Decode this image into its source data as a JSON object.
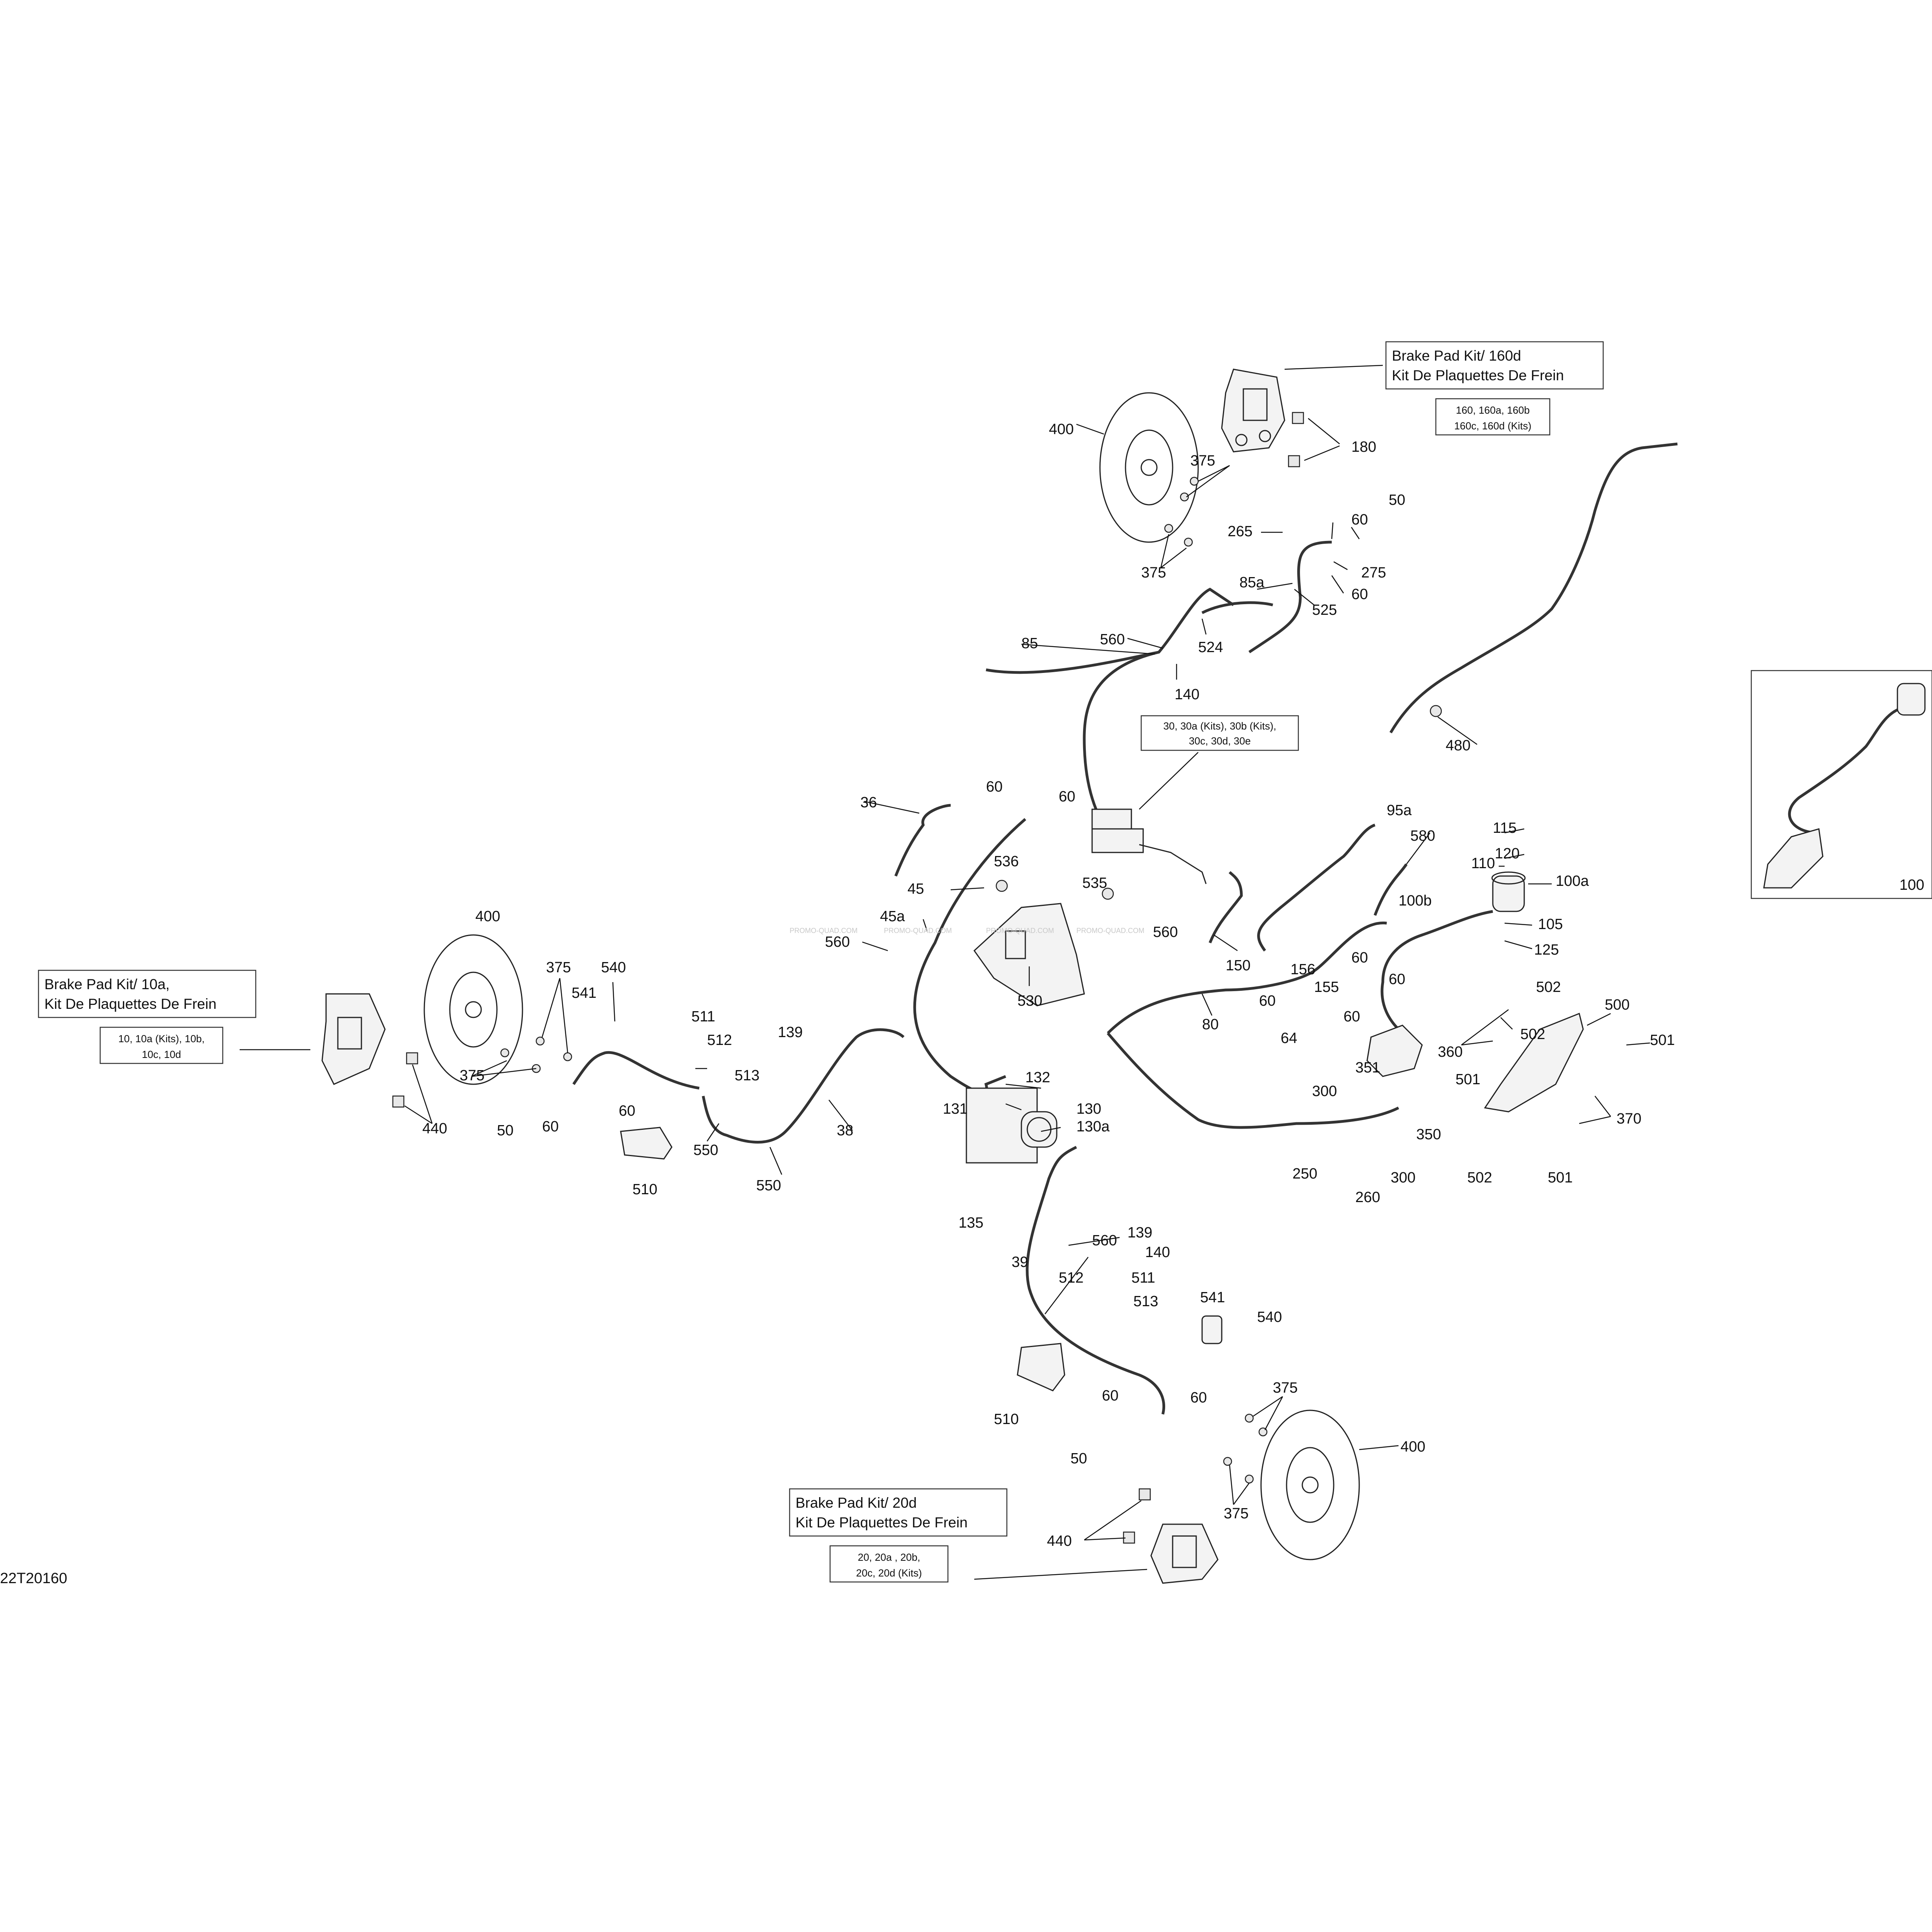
{
  "diagram": {
    "code": "22T20160",
    "watermark": "PROMO-QUAD.COM",
    "kit_boxes": [
      {
        "title": "Brake Pad Kit/ 160d",
        "subtitle": "Kit De Plaquettes De Frein",
        "parts_line1": "160, 160a, 160b",
        "parts_line2": "160c, 160d (Kits)"
      },
      {
        "title": "Brake Pad Kit/ 10a,",
        "subtitle": "Kit De Plaquettes De Frein",
        "parts_line1": "10, 10a (Kits), 10b,",
        "parts_line2": "10c, 10d"
      },
      {
        "title": "Brake Pad Kit/ 20d",
        "subtitle": "Kit De Plaquettes De Frein",
        "parts_line1": "20, 20a , 20b,",
        "parts_line2": "20c, 20d  (Kits)"
      }
    ],
    "master_cyl_box": {
      "line1": "30, 30a (Kits), 30b (Kits),",
      "line2": "30c, 30d, 30e"
    },
    "inset_label": "100",
    "labels": [
      "400",
      "375",
      "375",
      "180",
      "265",
      "60",
      "50",
      "275",
      "60",
      "85a",
      "525",
      "524",
      "560",
      "85",
      "140",
      "480",
      "36",
      "60",
      "60",
      "45",
      "536",
      "535",
      "45a",
      "560",
      "530",
      "560",
      "150",
      "80",
      "95a",
      "580",
      "100b",
      "115",
      "120",
      "110",
      "100a",
      "105",
      "125",
      "156",
      "60",
      "155",
      "60",
      "60",
      "64",
      "60",
      "351",
      "300",
      "360",
      "502",
      "500",
      "501",
      "502",
      "501",
      "370",
      "350",
      "300",
      "250",
      "260",
      "502",
      "501",
      "400",
      "375",
      "540",
      "541",
      "375",
      "50",
      "60",
      "60",
      "440",
      "511",
      "512",
      "513",
      "139",
      "510",
      "550",
      "550",
      "38",
      "132",
      "131",
      "130",
      "130a",
      "135",
      "560",
      "139",
      "140",
      "39",
      "512",
      "511",
      "513",
      "541",
      "540",
      "510",
      "60",
      "60",
      "50",
      "375",
      "400",
      "375",
      "440"
    ]
  }
}
